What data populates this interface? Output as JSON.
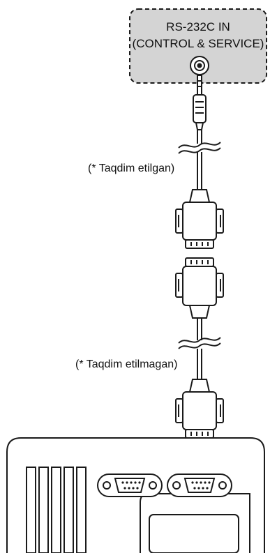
{
  "port_box": {
    "title_line1": "RS-232C IN",
    "title_line2": "(CONTROL & SERVICE)"
  },
  "cable_labels": {
    "supplied": "(* Taqdim etilgan)",
    "not_supplied": "(* Taqdim etilmagan)"
  },
  "colors": {
    "port_box_fill": "#d4d4d4",
    "stroke": "#1a1a1a",
    "background": "#ffffff"
  },
  "icons": [
    "jack-socket-icon",
    "stereo-plug-icon",
    "db9-connector-icon",
    "pc-icon"
  ]
}
